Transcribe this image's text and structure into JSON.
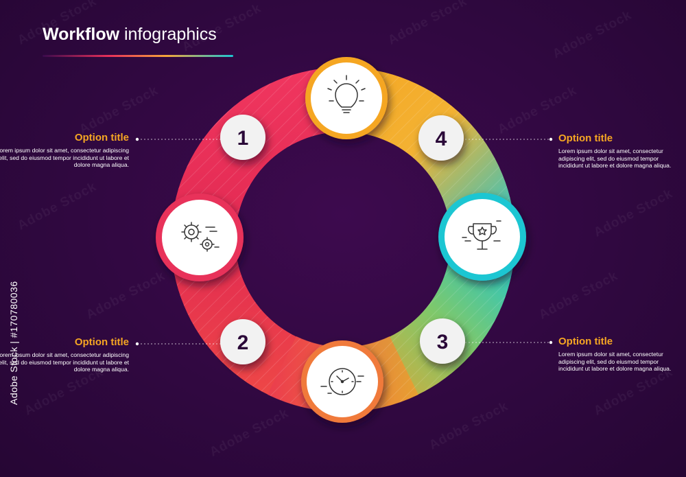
{
  "header": {
    "title_bold": "Workflow",
    "title_rest": " infographics"
  },
  "steps": [
    {
      "number": "1",
      "title": "Option title",
      "body": "Lorem ipsum dolor sit amet, consectetur adipiscing elit, sed do eiusmod tempor incididunt ut labore et dolore magna aliqua."
    },
    {
      "number": "2",
      "title": "Option title",
      "body": "Lorem ipsum dolor sit amet, consectetur adipiscing elit, sed do eiusmod tempor incididunt ut labore et dolore magna aliqua."
    },
    {
      "number": "3",
      "title": "Option title",
      "body": "Lorem ipsum dolor sit amet, consectetur adipiscing elit, sed do eiusmod tempor incididunt ut labore et dolore magna aliqua."
    },
    {
      "number": "4",
      "title": "Option title",
      "body": "Lorem ipsum dolor sit amet, consectetur adipiscing elit, sed do eiusmod tempor incididunt ut labore et dolore magna aliqua."
    }
  ],
  "icons": {
    "top": "lightbulb-icon",
    "left": "gears-icon",
    "right": "trophy-icon",
    "bottom": "clock-icon"
  },
  "colors": {
    "background": "#300840",
    "red": "#e8305a",
    "orange": "#f5a623",
    "cyan": "#1cc6d2",
    "accent_title": "#f5a623"
  },
  "watermark": {
    "side_text": "Adobe Stock | #170780036",
    "pattern_text": "Adobe Stock"
  }
}
